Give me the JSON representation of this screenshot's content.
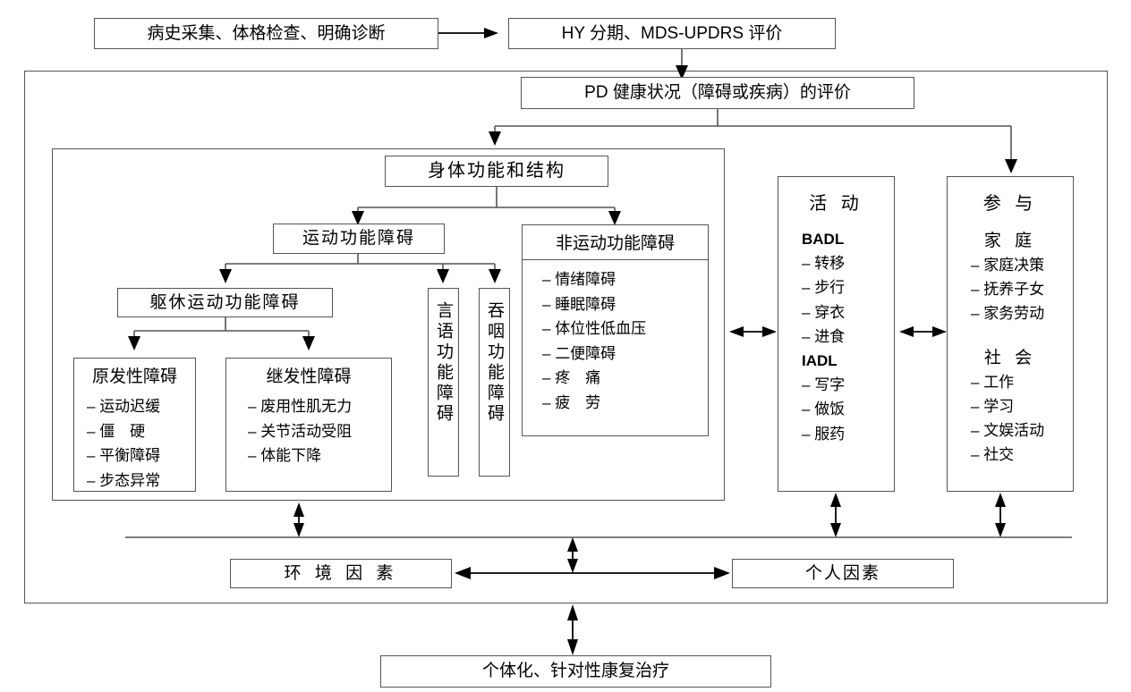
{
  "diagram": {
    "title_flow": "PD rehabilitation ICF assessment flowchart",
    "top": {
      "intake": "病史采集、体格检查、明确诊断",
      "staging": "HY 分期、MDS-UPDRS 评价",
      "evaluation": "PD 健康状况（障碍或疾病）的评价"
    },
    "body_structure": {
      "title": "身体功能和结构",
      "motor": {
        "title": "运动功能障碍",
        "trunk_limb": "躯休运动功能障碍",
        "primary": {
          "title": "原发性障碍",
          "items": [
            "运动迟缓",
            "僵　硬",
            "平衡障碍",
            "步态异常"
          ]
        },
        "secondary": {
          "title": "继发性障碍",
          "items": [
            "废用性肌无力",
            "关节活动受阻",
            "体能下降"
          ]
        },
        "speech": "言语功能障碍",
        "swallow": "吞咽功能障碍"
      },
      "nonmotor": {
        "title": "非运动功能障碍",
        "items": [
          "情绪障碍",
          "睡眠障碍",
          "体位性低血压",
          "二便障碍",
          "疼　痛",
          "疲　劳"
        ]
      }
    },
    "activity": {
      "title": "活 动",
      "groups": [
        {
          "name": "BADL",
          "items": [
            "转移",
            "步行",
            "穿衣",
            "进食"
          ]
        },
        {
          "name": "IADL",
          "items": [
            "写字",
            "做饭",
            "服药"
          ]
        }
      ]
    },
    "participation": {
      "title": "参 与",
      "groups": [
        {
          "name": "家 庭",
          "items": [
            "家庭决策",
            "抚养子女",
            "家务劳动"
          ]
        },
        {
          "name": "社 会",
          "items": [
            "工作",
            "学习",
            "文娱活动",
            "社交"
          ]
        }
      ]
    },
    "context": {
      "environmental": "环 境 因 素",
      "personal": "个人因素"
    },
    "outcome": "个体化、针对性康复治疗",
    "colors": {
      "line": "#555555",
      "arrow": "#000000",
      "background": "#ffffff",
      "text": "#000000"
    }
  }
}
